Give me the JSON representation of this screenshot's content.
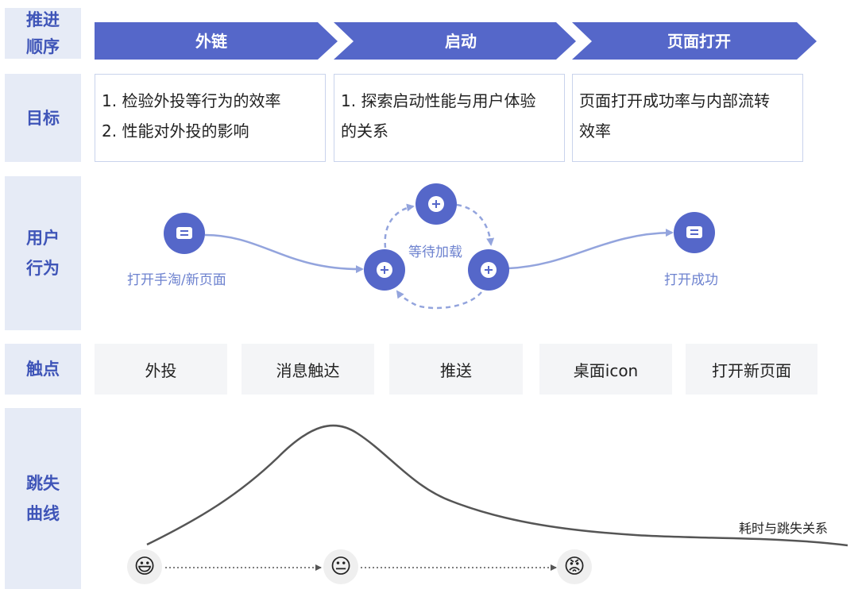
{
  "side_labels": {
    "order": [
      "推进",
      "顺序"
    ],
    "goal": [
      "目标"
    ],
    "behavior": [
      "用户",
      "行为"
    ],
    "touch": [
      "触点"
    ],
    "curve": [
      "跳失",
      "曲线"
    ]
  },
  "stages": [
    "外链",
    "启动",
    "页面打开"
  ],
  "goals": [
    [
      "1. 检验外投等行为的效率",
      "2. 性能对外投的影响"
    ],
    [
      "1. 探索启动性能与用户体验",
      "的关系"
    ],
    [
      "页面打开成功率与内部流转",
      "效率"
    ]
  ],
  "behavior": {
    "start_label": "打开手淘/新页面",
    "wait_label": "等待加载",
    "end_label": "打开成功"
  },
  "touchpoints": [
    "外投",
    "消息触达",
    "推送",
    "桌面icon",
    "打开新页面"
  ],
  "curve": {
    "label": "耗时与跳失关系",
    "emojis": [
      "😃",
      "😐",
      "😡"
    ]
  },
  "colors": {
    "accent": "#4a5fc4",
    "arrow_fill": "#5567c9",
    "side_bg": "#e6ebf6",
    "flow_line": "#93a4dd",
    "curve_line": "#555555"
  }
}
